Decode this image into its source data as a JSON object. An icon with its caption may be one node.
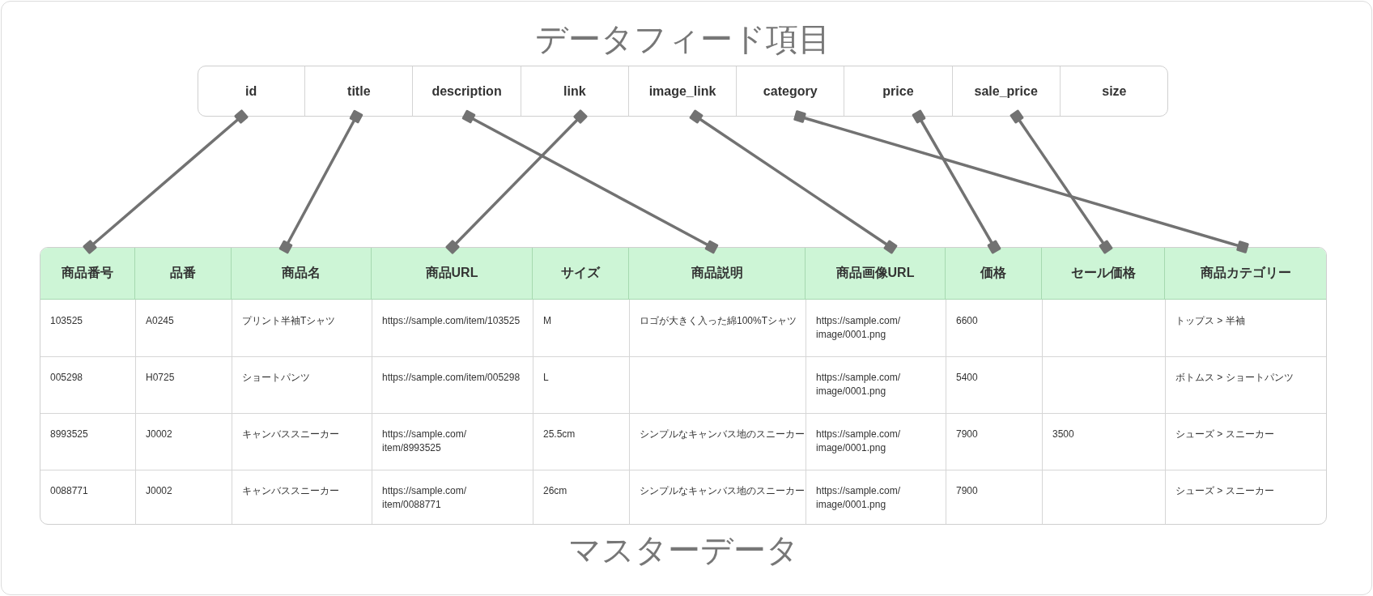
{
  "diagram": {
    "nodes": [
      {
        "text": [
          "データフィード項目"
        ]
      },
      {
        "text": [
          "id"
        ],
        "in": 0
      },
      {
        "text": [
          "title"
        ],
        "in": 0
      },
      {
        "text": [
          "description"
        ],
        "in": 0
      },
      {
        "text": [
          "link"
        ],
        "in": 0
      },
      {
        "text": [
          "image_link"
        ],
        "in": 0
      },
      {
        "text": [
          "category"
        ],
        "in": 0
      },
      {
        "text": [
          "price"
        ],
        "in": 0
      },
      {
        "text": [
          "sale_price"
        ],
        "in": 0
      },
      {
        "text": [
          "size"
        ],
        "in": 0
      },
      {
        "text": [
          "マスターデータ"
        ]
      },
      {
        "text": [
          "商品番号"
        ],
        "in": 10
      },
      {
        "text": [
          "品番"
        ],
        "in": 10
      },
      {
        "text": [
          "商品名"
        ],
        "in": 10
      },
      {
        "text": [
          "商品URL"
        ],
        "in": 10
      },
      {
        "text": [
          "サイズ"
        ],
        "in": 10
      },
      {
        "text": [
          "商品説明"
        ],
        "in": 10
      },
      {
        "text": [
          "商品画像URL"
        ],
        "in": 10
      },
      {
        "text": [
          "価格"
        ],
        "in": 10
      },
      {
        "text": [
          "セール価格"
        ],
        "in": 10
      },
      {
        "text": [
          "商品カテゴリー"
        ],
        "in": 10
      }
    ],
    "edges": [
      {
        "from": 1,
        "to": 11,
        "arrow": "other"
      },
      {
        "from": 2,
        "to": 13,
        "arrow": "other"
      },
      {
        "from": 3,
        "to": 16,
        "arrow": "other"
      },
      {
        "from": 4,
        "to": 14,
        "arrow": "other"
      },
      {
        "from": 5,
        "to": 17,
        "arrow": "other"
      },
      {
        "from": 6,
        "to": 20,
        "arrow": "other"
      },
      {
        "from": 7,
        "to": 18,
        "arrow": "other"
      },
      {
        "from": 8,
        "to": 19,
        "arrow": "other"
      }
    ],
    "labels": [
      "103525",
      "A0245",
      "プリント半袖Tシャツ",
      "https://sample.com/item/103525",
      "M",
      "ロゴが大きく入った綿100%Tシャツ",
      "https://sample.com/ image/0001.png",
      "6600",
      "トップス > 半袖",
      "005298",
      "H0725",
      "ショートパンツ",
      "https://sample.com/item/005298",
      "L",
      "https://sample.com/ image/0001.png",
      "5400",
      "ボトムス > ショートパンツ",
      "8993525",
      "J0002",
      "キャンバススニーカー",
      "https://sample.com/ item/8993525",
      "25.5cm",
      "シンプルなキャンバス地のスニーカー",
      "https://sample.com/ image/0001.png",
      "7900",
      "3500",
      "シューズ > スニーカー",
      "0088771",
      "J0002",
      "キャンバススニーカー",
      "https://sample.com/ item/0088771",
      "26cm",
      "シンプルなキャンバス地のスニーカー",
      "https://sample.com/ image/0001.png",
      "7900",
      "シューズ > スニーカー"
    ]
  }
}
